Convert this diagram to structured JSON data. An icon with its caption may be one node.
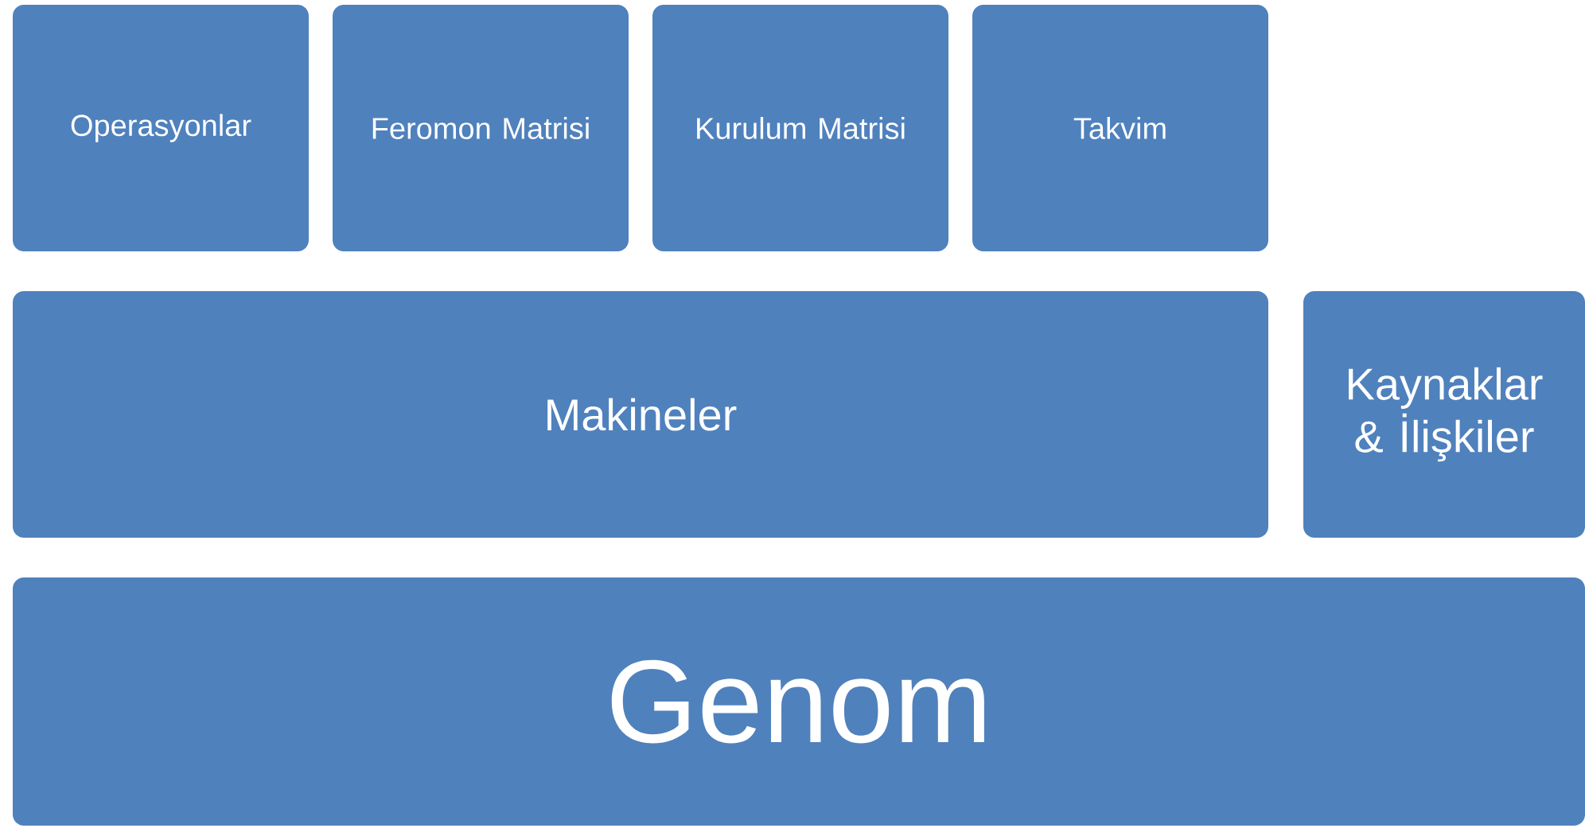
{
  "diagram": {
    "nodes": [
      {
        "text": [
          "Operasyonlar"
        ]
      },
      {
        "text": [
          "Feromon Matrisi"
        ]
      },
      {
        "text": [
          "Kurulum Matrisi"
        ]
      },
      {
        "text": [
          "Takvim"
        ]
      },
      {
        "text": [
          "Makineler"
        ]
      },
      {
        "text": [
          "Kaynaklar & İlişkiler"
        ]
      },
      {
        "text": [
          "Genom"
        ]
      }
    ]
  }
}
